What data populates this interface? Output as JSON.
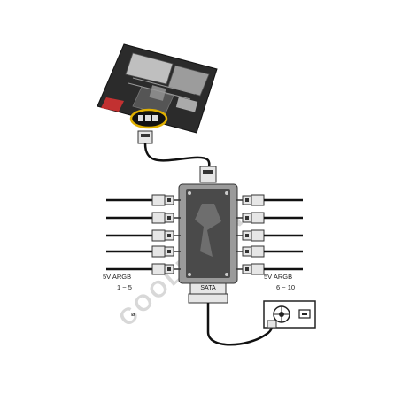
{
  "diagram": {
    "left_group_label": "5V ARGB",
    "left_group_range": "1 ~ 5",
    "right_group_label": "5V ARGB",
    "right_group_range": "6 ~ 10",
    "hub_power_label": "SATA",
    "watermark_text": "COOLMOON",
    "stray_mark": "ø"
  },
  "colors": {
    "cable": "#111111",
    "hub_body": "#4a4a4a",
    "hub_frame": "#9a9a9a",
    "connector": "#e6e6e6",
    "motherboard": "#2b2b2b",
    "highlight": "#e0b000"
  }
}
